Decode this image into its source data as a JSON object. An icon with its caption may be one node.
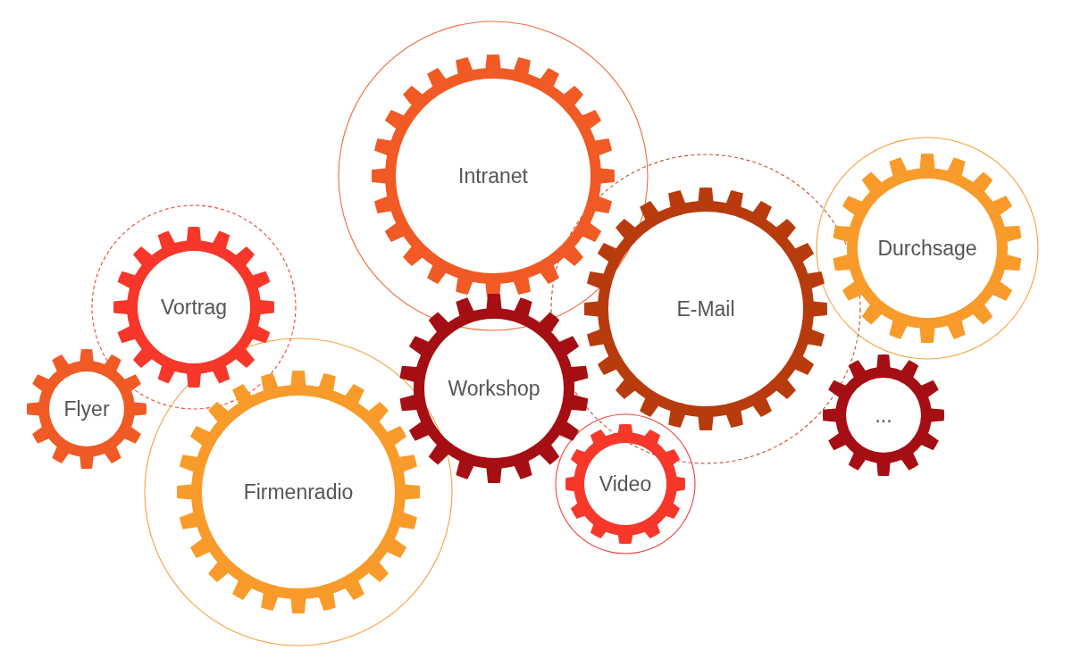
{
  "diagram": {
    "nodes": [
      {
        "text": [
          "Intranet"
        ]
      },
      {
        "text": [
          "Durchsage"
        ]
      },
      {
        "text": [
          "Vortrag"
        ]
      },
      {
        "text": [
          "E-Mail"
        ]
      },
      {
        "text": [
          "Workshop"
        ]
      },
      {
        "text": [
          "Flyer"
        ]
      },
      {
        "text": [
          "..."
        ]
      },
      {
        "text": [
          "Video"
        ]
      },
      {
        "text": [
          "Firmenradio"
        ]
      }
    ]
  }
}
